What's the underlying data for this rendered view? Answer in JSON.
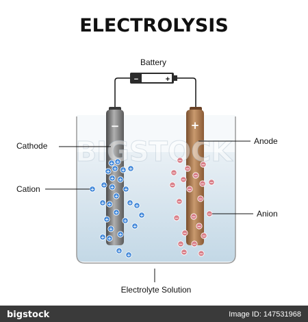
{
  "title": "ELECTROLYSIS",
  "battery": {
    "label": "Battery",
    "negative_sign": "−",
    "positive_sign": "+"
  },
  "electrodes": {
    "cathode": {
      "label": "Cathode",
      "sign": "−",
      "color": "#8a8a8a"
    },
    "anode": {
      "label": "Anode",
      "sign": "+",
      "color": "#a9744a"
    }
  },
  "ions": {
    "cation": {
      "label": "Cation",
      "sign": "+",
      "color": "#3f86d8"
    },
    "anion": {
      "label": "Anion",
      "sign": "−",
      "color": "#d9808a"
    }
  },
  "solution": {
    "label": "Electrolyte Solution",
    "color": "#c9dde8"
  },
  "watermark": {
    "main": "BIGSTOCK",
    "footer": "Image ID: 147531968",
    "footer_brand": "bigstock"
  }
}
